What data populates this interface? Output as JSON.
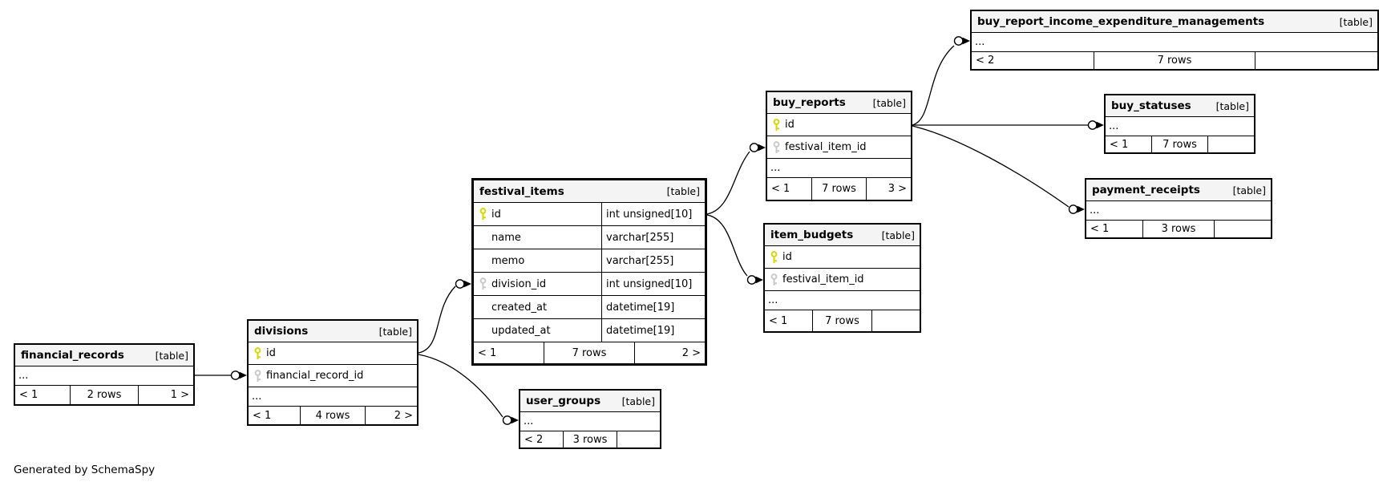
{
  "diagram": {
    "generator_note": "Generated by SchemaSpy"
  },
  "tables": {
    "financial_records": {
      "name": "financial_records",
      "tag": "[table]",
      "rows": [
        {
          "name": "...",
          "key": "none"
        }
      ],
      "footer": {
        "left": "< 1",
        "center": "2 rows",
        "right": "1 >"
      }
    },
    "divisions": {
      "name": "divisions",
      "tag": "[table]",
      "rows": [
        {
          "name": "id",
          "key": "primary"
        },
        {
          "name": "financial_record_id",
          "key": "foreign"
        },
        {
          "name": "...",
          "key": "none"
        }
      ],
      "footer": {
        "left": "< 1",
        "center": "4 rows",
        "right": "2 >"
      }
    },
    "festival_items": {
      "name": "festival_items",
      "tag": "[table]",
      "rows": [
        {
          "name": "id",
          "type": "int unsigned[10]",
          "key": "primary"
        },
        {
          "name": "name",
          "type": "varchar[255]",
          "key": "none"
        },
        {
          "name": "memo",
          "type": "varchar[255]",
          "key": "none"
        },
        {
          "name": "division_id",
          "type": "int unsigned[10]",
          "key": "foreign"
        },
        {
          "name": "created_at",
          "type": "datetime[19]",
          "key": "none"
        },
        {
          "name": "updated_at",
          "type": "datetime[19]",
          "key": "none"
        }
      ],
      "footer": {
        "left": "< 1",
        "center": "7 rows",
        "right": "2 >"
      }
    },
    "buy_reports": {
      "name": "buy_reports",
      "tag": "[table]",
      "rows": [
        {
          "name": "id",
          "key": "primary"
        },
        {
          "name": "festival_item_id",
          "key": "foreign"
        },
        {
          "name": "...",
          "key": "none"
        }
      ],
      "footer": {
        "left": "< 1",
        "center": "7 rows",
        "right": "3 >"
      }
    },
    "item_budgets": {
      "name": "item_budgets",
      "tag": "[table]",
      "rows": [
        {
          "name": "id",
          "key": "primary"
        },
        {
          "name": "festival_item_id",
          "key": "foreign"
        },
        {
          "name": "...",
          "key": "none"
        }
      ],
      "footer": {
        "left": "< 1",
        "center": "7 rows",
        "right": ""
      }
    },
    "buy_report_income_expenditure_managements": {
      "name": "buy_report_income_expenditure_managements",
      "tag": "[table]",
      "rows": [
        {
          "name": "...",
          "key": "none"
        }
      ],
      "footer": {
        "left": "< 2",
        "center": "7 rows",
        "right": ""
      }
    },
    "buy_statuses": {
      "name": "buy_statuses",
      "tag": "[table]",
      "rows": [
        {
          "name": "...",
          "key": "none"
        }
      ],
      "footer": {
        "left": "< 1",
        "center": "7 rows",
        "right": ""
      }
    },
    "payment_receipts": {
      "name": "payment_receipts",
      "tag": "[table]",
      "rows": [
        {
          "name": "...",
          "key": "none"
        }
      ],
      "footer": {
        "left": "< 1",
        "center": "3 rows",
        "right": ""
      }
    },
    "user_groups": {
      "name": "user_groups",
      "tag": "[table]",
      "rows": [
        {
          "name": "...",
          "key": "none"
        }
      ],
      "footer": {
        "left": "< 2",
        "center": "3 rows",
        "right": ""
      }
    }
  },
  "relationships": [
    {
      "from": "financial_records",
      "to": "divisions.financial_record_id"
    },
    {
      "from": "divisions.id",
      "to": "festival_items.division_id"
    },
    {
      "from": "divisions.id",
      "to": "user_groups"
    },
    {
      "from": "festival_items.id",
      "to": "buy_reports.festival_item_id"
    },
    {
      "from": "festival_items.id",
      "to": "item_budgets.festival_item_id"
    },
    {
      "from": "buy_reports.id",
      "to": "buy_report_income_expenditure_managements"
    },
    {
      "from": "buy_reports.id",
      "to": "buy_statuses"
    },
    {
      "from": "buy_reports.id",
      "to": "payment_receipts"
    }
  ],
  "colors": {
    "primary_key": "#d6d600",
    "foreign_key": "#c9c9c9",
    "header_bg": "#f4f4f4",
    "border": "#000000",
    "background": "#ffffff"
  }
}
